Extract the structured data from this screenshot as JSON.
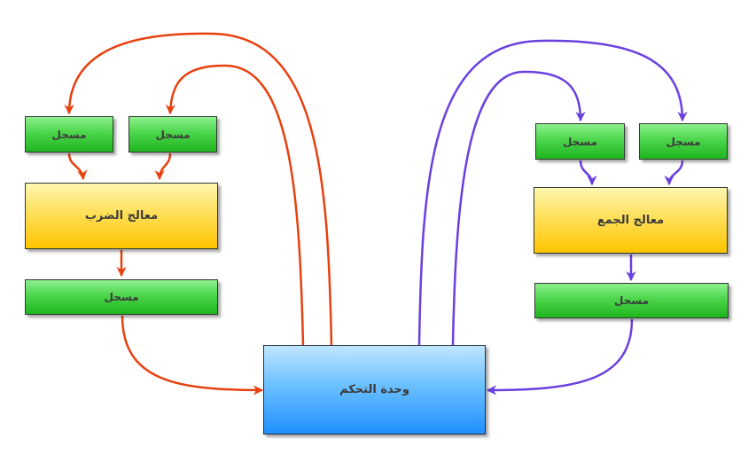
{
  "diagram": {
    "colors": {
      "left_wire": "#e8400f",
      "right_wire": "#6a40e0"
    },
    "left": {
      "register_top_1": "مسجل",
      "register_top_2": "مسجل",
      "processor": "معالج الضرب",
      "register_out": "مسجل"
    },
    "right": {
      "register_top_1": "مسجل",
      "register_top_2": "مسجل",
      "processor": "معالج الجمع",
      "register_out": "مسجل"
    },
    "control_unit": "وحدة التحكم"
  }
}
